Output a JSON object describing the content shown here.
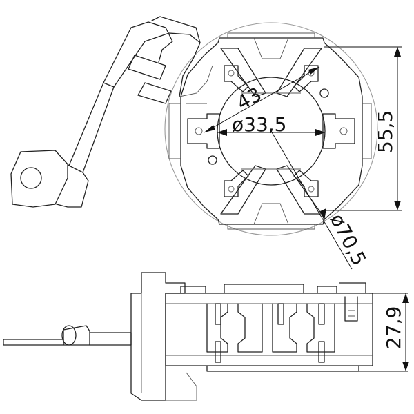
{
  "dimensions": {
    "chord_43": "43",
    "bore_dia": "ø33,5",
    "height_55_5": "55,5",
    "outer_dia": "ø70,5",
    "side_height": "27,9"
  }
}
